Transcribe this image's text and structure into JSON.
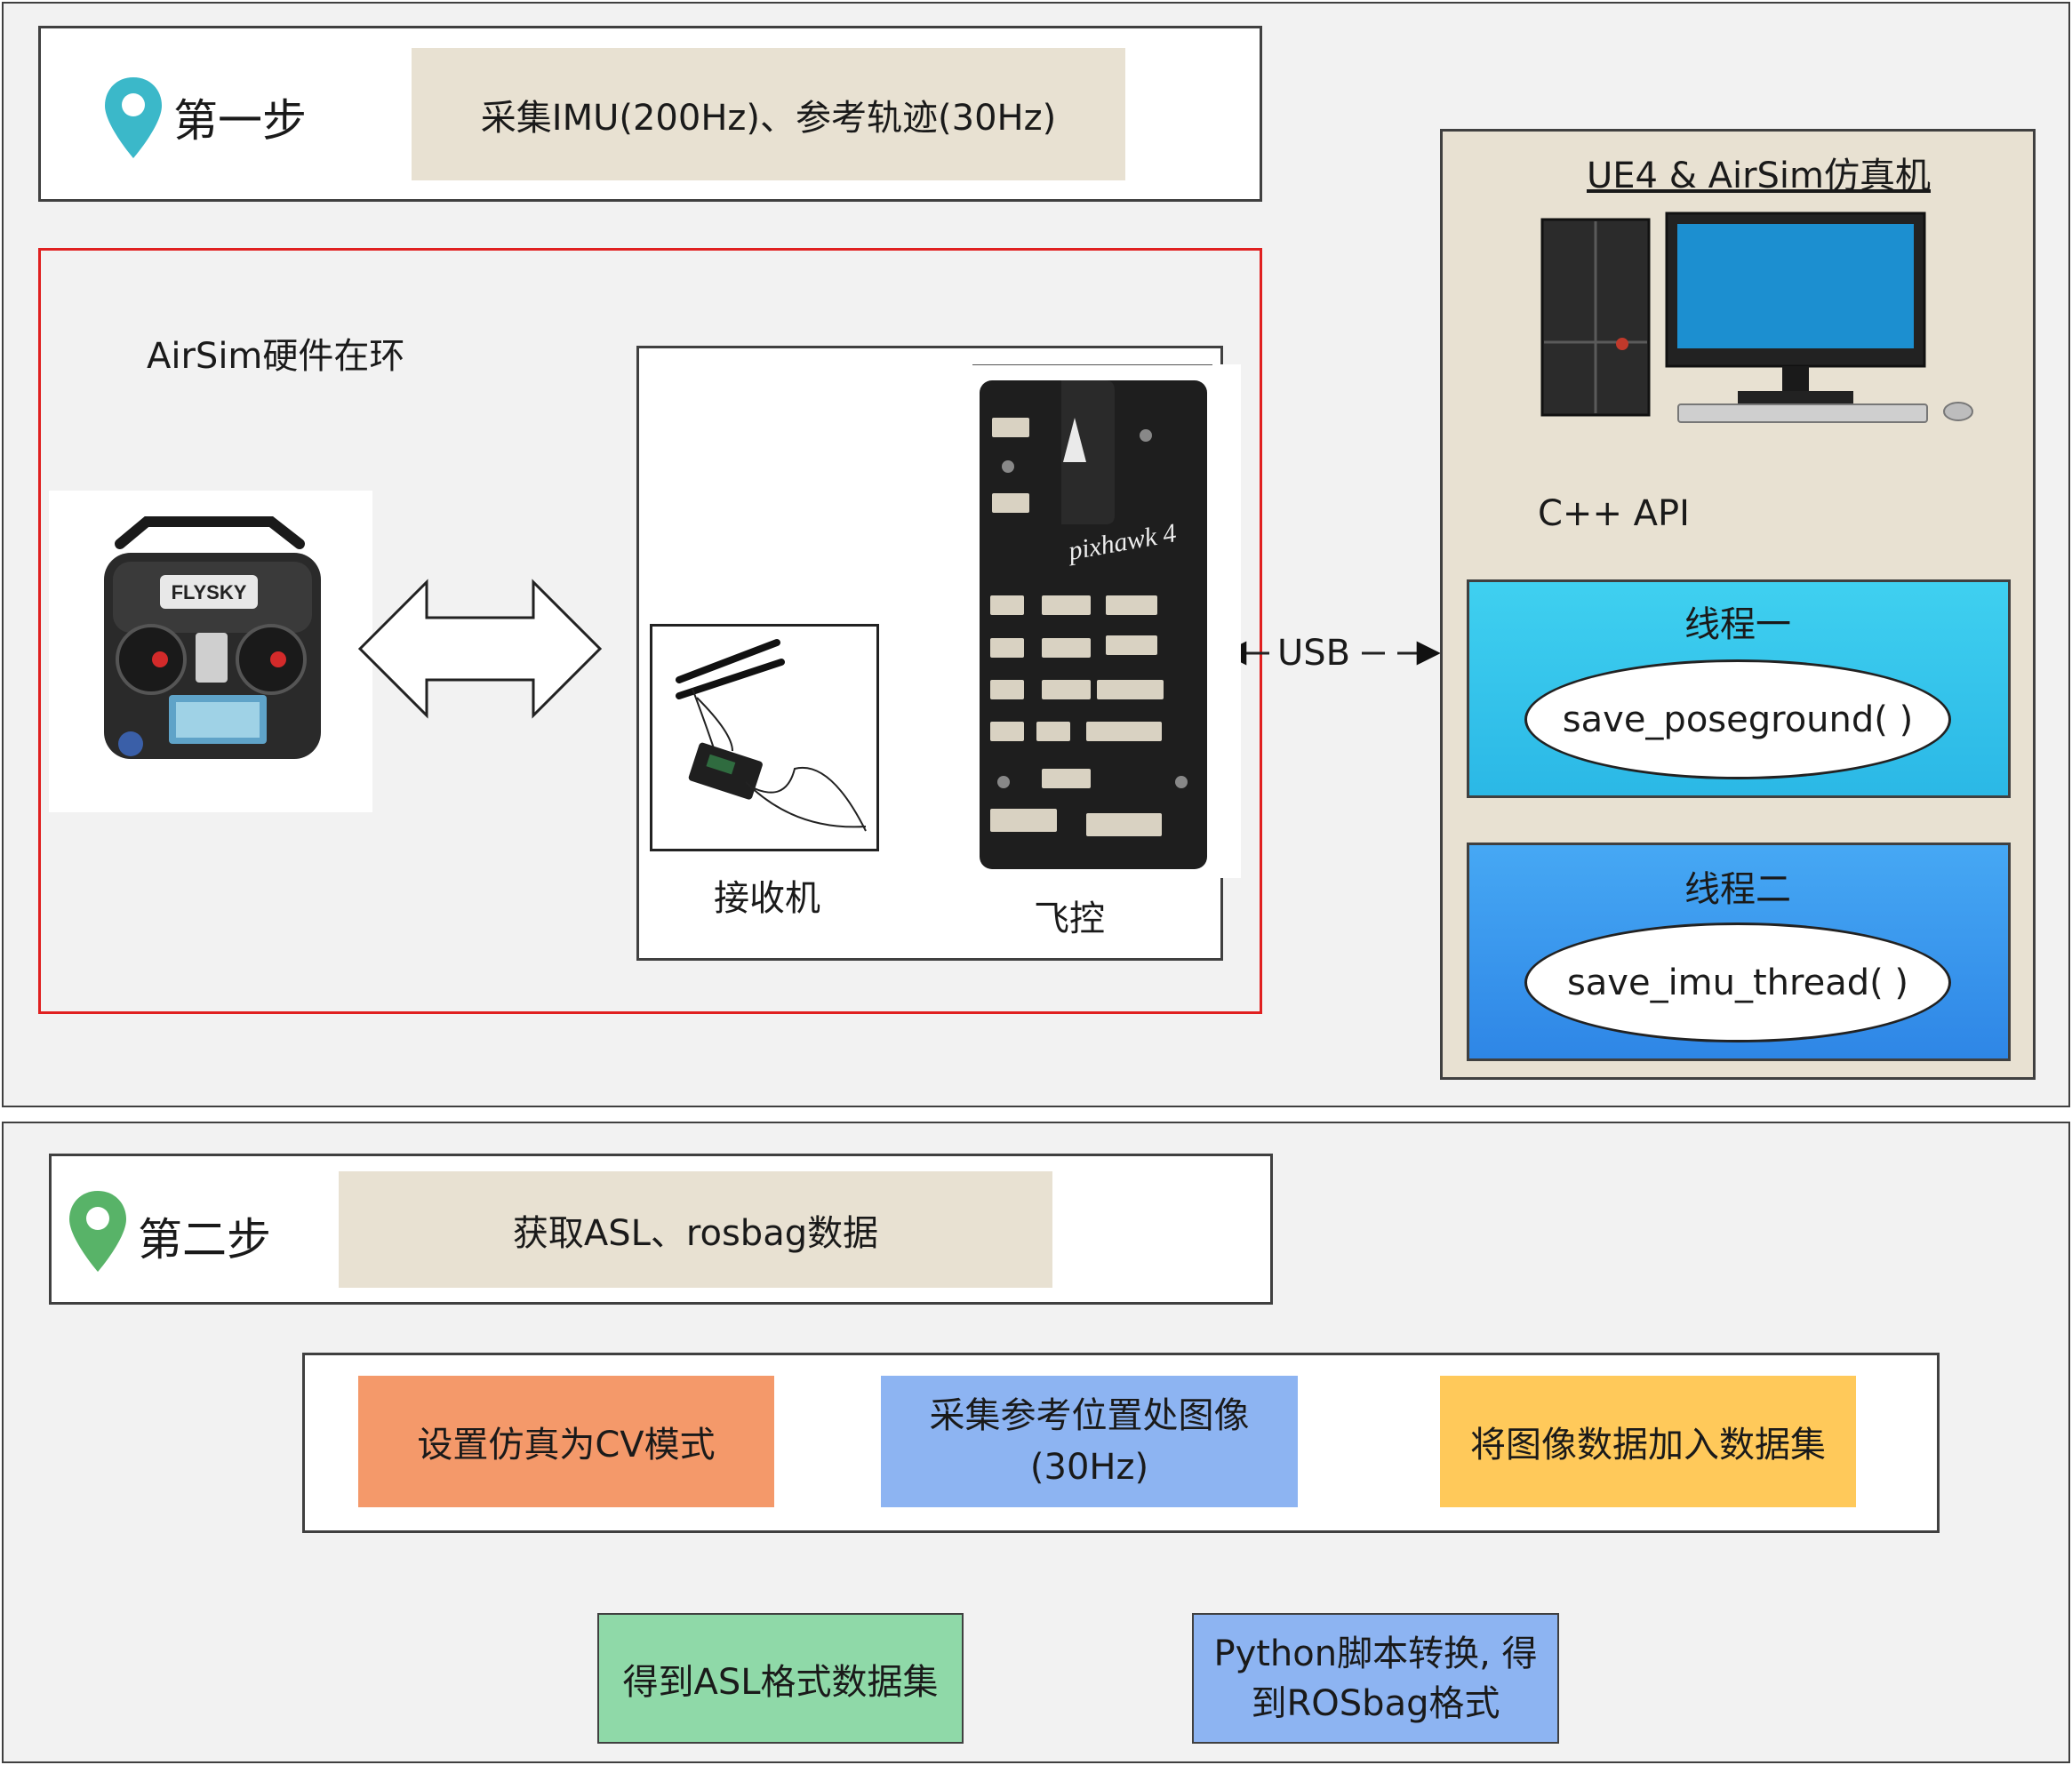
{
  "step1": {
    "title": "第一步",
    "task": "采集IMU(200Hz)、参考轨迹(30Hz)",
    "hil_label": "AirSim硬件在环",
    "receiver_label": "接收机",
    "flight_controller_label": "飞控",
    "flight_controller_brand": "pixhawk 4",
    "transmitter_brand": "FLYSKY",
    "usb_label": "USB",
    "simulator": {
      "title": "UE4 & AirSim仿真机",
      "api_label": "C++ API",
      "thread1": {
        "title": "线程一",
        "func": "save_poseground( )"
      },
      "thread2": {
        "title": "线程二",
        "func": "save_imu_thread( )"
      }
    }
  },
  "step2": {
    "title": "第二步",
    "task": "获取ASL、rosbag数据",
    "flow": {
      "set_cv": "设置仿真为CV模式",
      "capture_line1": "采集参考位置处图像",
      "capture_line2": "(30Hz)",
      "add_dataset": "将图像数据加入数据集",
      "asl": "得到ASL格式数据集",
      "python_line1": "Python脚本转换, 得",
      "python_line2": "到ROSbag格式"
    }
  },
  "colors": {
    "pin_teal": "#3bb8c9",
    "pin_green": "#58b368",
    "hil_border": "#e02020",
    "thread1": "#3fd0f0",
    "thread2": "#3e9bf0",
    "set_cv": "#f4996a",
    "capture": "#8db4f2",
    "add_dataset": "#ffc95a",
    "asl": "#8fd9a8",
    "python": "#8db4f2",
    "tan": "#e8e1d2"
  }
}
